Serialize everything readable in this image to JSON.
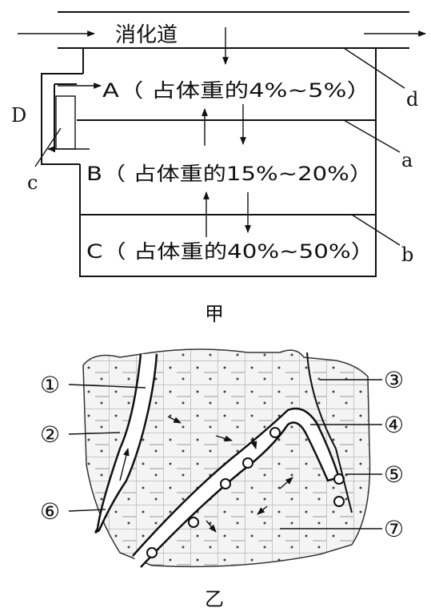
{
  "diagram_a": {
    "canal_label": "消化道",
    "compartment_A": "A（ 占体重的4%~5%）",
    "compartment_B": "B（ 占体重的15%~20%）",
    "compartment_C": "C（ 占体重的40%~50%）",
    "label_D": "D",
    "label_a": "a",
    "label_b": "b",
    "label_c": "c",
    "label_d": "d",
    "caption": "甲"
  },
  "diagram_b": {
    "markers": [
      "①",
      "②",
      "③",
      "④",
      "⑤",
      "⑥",
      "⑦"
    ],
    "caption": "乙"
  }
}
